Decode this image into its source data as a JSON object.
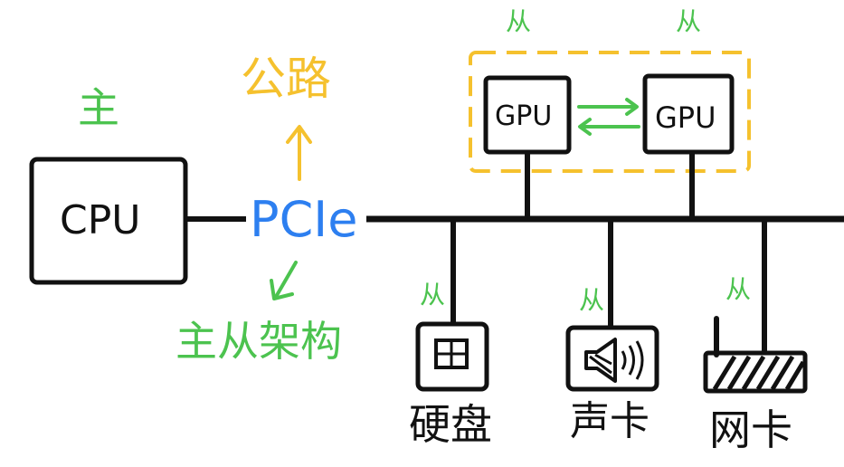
{
  "master_label": "主",
  "bus_label": "PCIe",
  "purpose_label": "公路",
  "architecture_label": "主从架构",
  "cpu": {
    "label": "CPU"
  },
  "gpus": [
    {
      "label": "GPU",
      "role": "从"
    },
    {
      "label": "GPU",
      "role": "从"
    }
  ],
  "devices": [
    {
      "name": "硬盘",
      "role": "从",
      "icon": "hard-drive-icon"
    },
    {
      "name": "声卡",
      "role": "从",
      "icon": "speaker-icon"
    },
    {
      "name": "网卡",
      "role": "从",
      "icon": "router-icon"
    }
  ],
  "colors": {
    "green": "#4cc34f",
    "yellow": "#f5c12e",
    "blue": "#2d7ff0",
    "ink": "#111111"
  }
}
